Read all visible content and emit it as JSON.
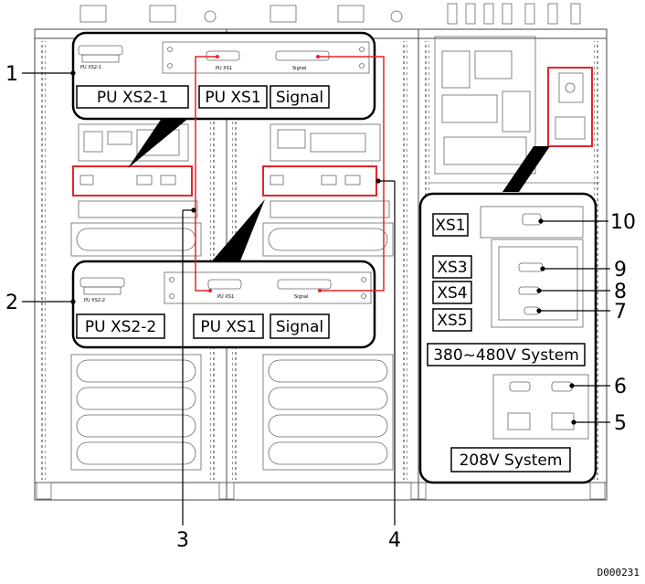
{
  "labels": {
    "pu_xs2_1": "PU XS2-1",
    "pu_xs1_top": "PU XS1",
    "signal_top": "Signal",
    "pu_xs2_2": "PU XS2-2",
    "pu_xs1_bottom": "PU XS1",
    "signal_bottom": "Signal",
    "xs1": "XS1",
    "xs3": "XS3",
    "xs4": "XS4",
    "xs5": "XS5",
    "system_380": "380~480V System",
    "system_208": "208V System"
  },
  "callouts": [
    "1",
    "2",
    "3",
    "4",
    "5",
    "6",
    "7",
    "8",
    "9",
    "10"
  ],
  "drawing_code": "D000231",
  "colors": {
    "highlight": "#e4252a",
    "line": "#000000"
  }
}
